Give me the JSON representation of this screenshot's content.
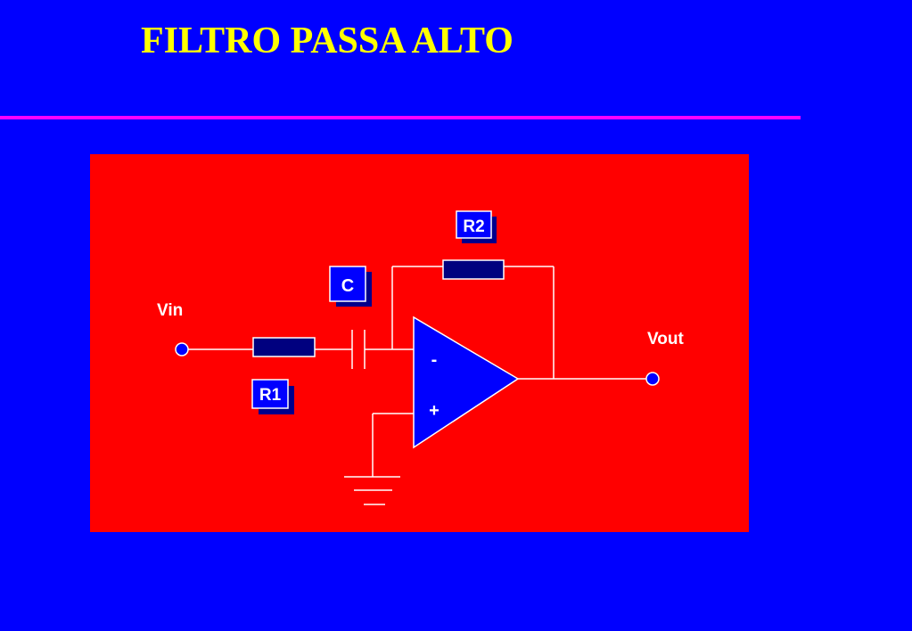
{
  "slide": {
    "title": "FILTRO PASSA ALTO",
    "colors": {
      "background": "#0000ff",
      "title": "#ffff00",
      "rule": "#ff00ff",
      "panel": "#ff0000",
      "component": "#00007f",
      "wire": "#ffffff",
      "opamp": "#0000ff",
      "label_box": "#0000ff",
      "label_shadow": "#00008b"
    }
  },
  "circuit": {
    "input_label": "Vin",
    "output_label": "Vout",
    "r1_label": "R1",
    "r2_label": "R2",
    "c_label": "C",
    "opamp_inverting_label": "-",
    "opamp_noninverting_label": "+"
  }
}
